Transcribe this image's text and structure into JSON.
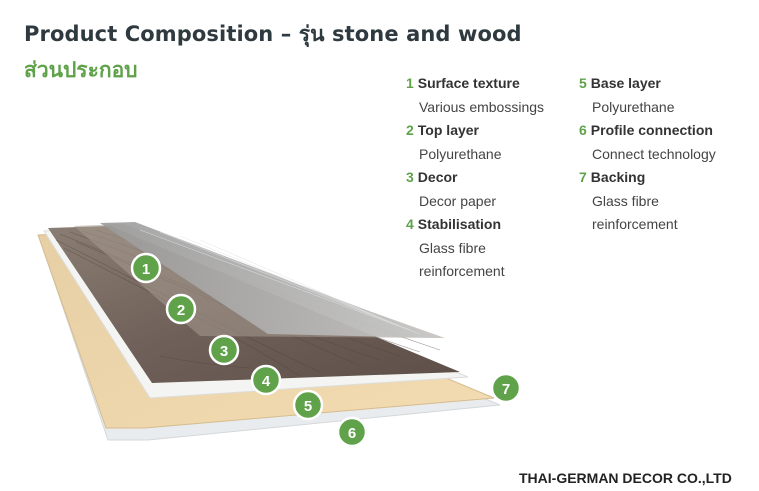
{
  "title": "Product Composition – รุ่น stone and wood",
  "subtitle": "ส่วนประกอบ",
  "layers": [
    {
      "num": "1",
      "name": "Surface texture",
      "desc": [
        "Various embossings"
      ]
    },
    {
      "num": "2",
      "name": "Top layer",
      "desc": [
        "Polyurethane"
      ]
    },
    {
      "num": "3",
      "name": "Decor",
      "desc": [
        "Decor paper"
      ]
    },
    {
      "num": "4",
      "name": "Stabilisation",
      "desc": [
        "Glass fibre",
        "reinforcement"
      ]
    },
    {
      "num": "5",
      "name": "Base layer",
      "desc": [
        "Polyurethane"
      ]
    },
    {
      "num": "6",
      "name": "Profile connection",
      "desc": [
        "Connect technology"
      ]
    },
    {
      "num": "7",
      "name": "Backing",
      "desc": [
        "Glass fibre",
        "reinforcement"
      ]
    }
  ],
  "markers": [
    "1",
    "2",
    "3",
    "4",
    "5",
    "6",
    "7"
  ],
  "company": "THAI-GERMAN DECOR CO.,LTD",
  "colors": {
    "accent": "#5fa24a",
    "title": "#2f3a40"
  }
}
